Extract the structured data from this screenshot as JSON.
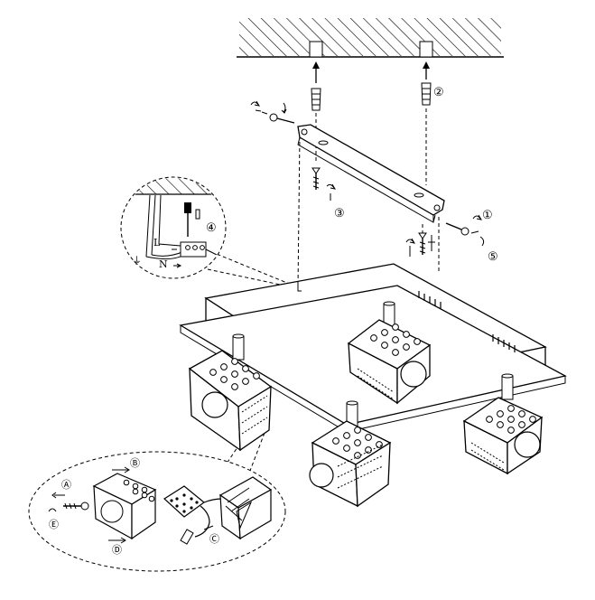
{
  "diagram": {
    "kind": "ceiling spotlight fixture assembly instructions",
    "steps": [
      {
        "id": "step-1",
        "label": "①"
      },
      {
        "id": "step-2",
        "label": "②"
      },
      {
        "id": "step-3",
        "label": "③"
      },
      {
        "id": "step-4",
        "label": "④"
      },
      {
        "id": "step-5",
        "label": "⑤"
      }
    ],
    "detail_steps": [
      {
        "id": "step-a",
        "label": "Ⓐ"
      },
      {
        "id": "step-b",
        "label": "Ⓑ"
      },
      {
        "id": "step-c",
        "label": "Ⓒ"
      },
      {
        "id": "step-d",
        "label": "Ⓓ"
      },
      {
        "id": "step-e",
        "label": "Ⓔ"
      }
    ],
    "wiring": {
      "live": "L",
      "neutral": "N",
      "earth": "⏚"
    },
    "colors": {
      "line": "#000000",
      "background": "#ffffff"
    }
  }
}
